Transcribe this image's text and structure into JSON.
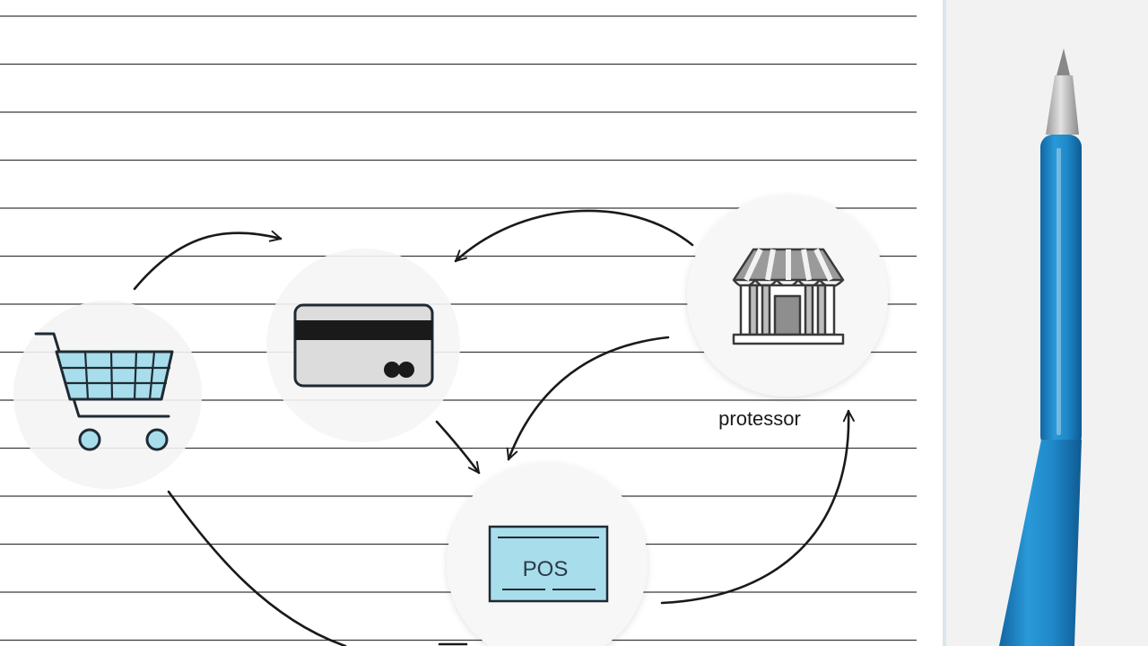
{
  "diagram": {
    "nodes": [
      {
        "id": "cart",
        "icon": "shopping-cart-icon"
      },
      {
        "id": "card",
        "icon": "credit-card-icon"
      },
      {
        "id": "processor",
        "icon": "storefront-icon",
        "label": "protessor"
      },
      {
        "id": "pos",
        "icon": "pos-terminal-icon",
        "label": "POS"
      }
    ],
    "edges": [
      {
        "from": "cart",
        "to": "card"
      },
      {
        "from": "processor",
        "to": "card"
      },
      {
        "from": "card",
        "to": "pos"
      },
      {
        "from": "processor",
        "to": "pos"
      },
      {
        "from": "pos",
        "to": "processor"
      },
      {
        "from": "cart",
        "to": "pos"
      }
    ]
  },
  "colors": {
    "paper": "#ffffff",
    "desk": "#f3f3f3",
    "rule_line": "#3a3a3a",
    "icon_fill": "#a8ddec",
    "icon_stroke": "#1f2a33",
    "pen_body": "#1f88c9",
    "pen_tip": "#b8b8b8"
  }
}
